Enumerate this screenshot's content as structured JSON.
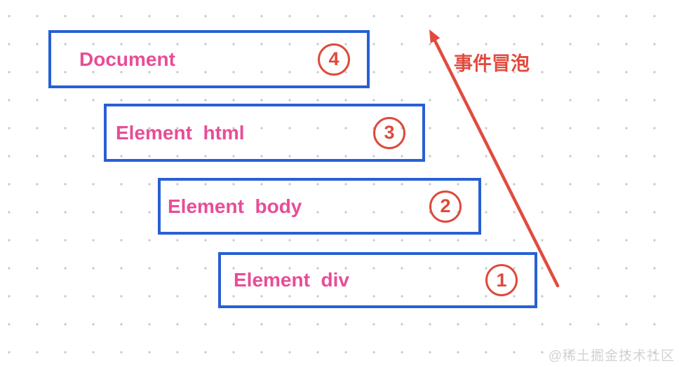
{
  "diagram": {
    "arrow_label": "事件冒泡",
    "watermark": "@稀土掘金技术社区",
    "boxes": [
      {
        "label": "Document",
        "badge": "4"
      },
      {
        "label": "Element  html",
        "badge": "3"
      },
      {
        "label": "Element  body",
        "badge": "2"
      },
      {
        "label": "Element  div",
        "badge": "1"
      }
    ],
    "colors": {
      "box_border": "#2760d4",
      "label_text": "#e84d96",
      "badge": "#dd4a3c",
      "arrow": "#e14b3e",
      "dot_grid": "#c6c6ca",
      "watermark": "#d2d2d2"
    }
  }
}
